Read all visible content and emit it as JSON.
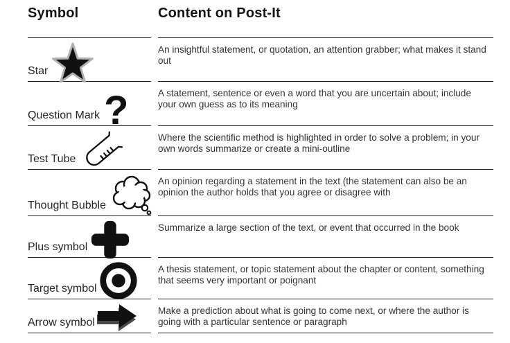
{
  "header": {
    "symbol_col": "Symbol",
    "content_col": "Content on Post-It"
  },
  "rows": [
    {
      "label": "Star",
      "icon": "star-icon",
      "content": "An insightful statement, or quotation, an attention grabber; what makes it stand out"
    },
    {
      "label": "Question Mark",
      "icon": "question-mark-icon",
      "glyph": "?",
      "content": "A statement, sentence or even a word that you are uncertain about; include your own guess as to its meaning"
    },
    {
      "label": "Test Tube",
      "icon": "test-tube-icon",
      "content": "Where the scientific method is highlighted in order to solve a problem; in your own words summarize or create a mini-outline"
    },
    {
      "label": "Thought Bubble",
      "icon": "thought-bubble-icon",
      "content": "An opinion regarding a statement in the text (the statement can also be an opinion the author holds that you agree or disagree with"
    },
    {
      "label": "Plus symbol",
      "icon": "plus-icon",
      "content": "Summarize a large section of the text, or event that occurred in the book"
    },
    {
      "label": "Target symbol",
      "icon": "target-icon",
      "content": "A thesis statement, or topic statement about the chapter or content, something that seems very important or poignant"
    },
    {
      "label": "Arrow symbol",
      "icon": "arrow-icon",
      "content": "Make a prediction about what is going to come next, or where the author is going with a particular sentence or paragraph"
    }
  ],
  "colors": {
    "icon": "#111111",
    "star_outline": "#b0b0b0",
    "rule_line": "#1f1f1f",
    "body_text": "#333333",
    "heading_text": "#151515",
    "arrow_shadow": "#4a4a4a"
  }
}
